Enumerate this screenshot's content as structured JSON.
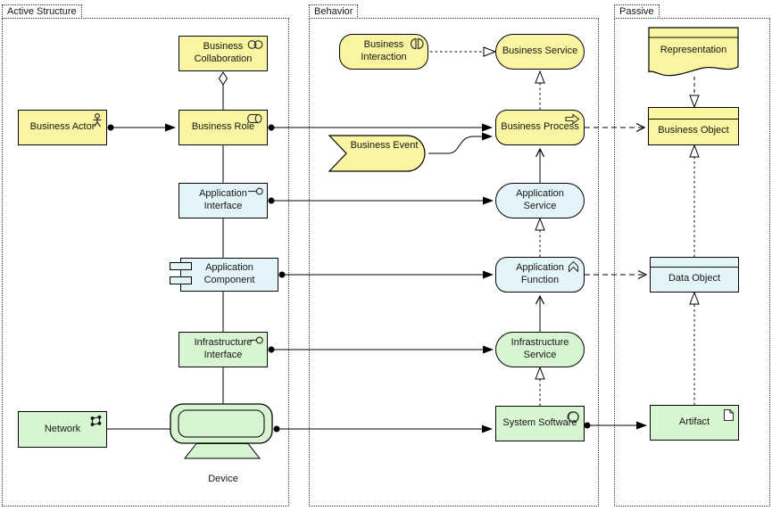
{
  "groups": {
    "active_structure": {
      "label": "Active Structure"
    },
    "behavior": {
      "label": "Behavior"
    },
    "passive": {
      "label": "Passive"
    }
  },
  "nodes": {
    "business_collaboration": {
      "label": "Business Collaboration",
      "icon": "collaboration-icon",
      "layer": "business"
    },
    "business_actor": {
      "label": "Business Actor",
      "icon": "actor-icon",
      "layer": "business"
    },
    "business_role": {
      "label": "Business Role",
      "icon": "role-icon",
      "layer": "business"
    },
    "business_interaction": {
      "label": "Business Interaction",
      "icon": "interaction-icon",
      "layer": "business"
    },
    "business_service": {
      "label": "Business Service",
      "layer": "business"
    },
    "business_process": {
      "label": "Business Process",
      "icon": "process-arrow-icon",
      "layer": "business"
    },
    "business_event": {
      "label": "Business Event",
      "layer": "business"
    },
    "application_interface": {
      "label": "Application Interface",
      "icon": "interface-lollipop-icon",
      "layer": "application"
    },
    "application_component": {
      "label": "Application Component",
      "icon": "component-icon",
      "layer": "application"
    },
    "application_service": {
      "label": "Application Service",
      "layer": "application"
    },
    "application_function": {
      "label": "Application Function",
      "icon": "function-chevron-icon",
      "layer": "application"
    },
    "infrastructure_interface": {
      "label": "Infrastructure Interface",
      "icon": "interface-lollipop-icon",
      "layer": "technology"
    },
    "infrastructure_service": {
      "label": "Infrastructure Service",
      "layer": "technology"
    },
    "network": {
      "label": "Network",
      "icon": "network-icon",
      "layer": "technology"
    },
    "device": {
      "label": "Device",
      "layer": "technology"
    },
    "system_software": {
      "label": "System Software",
      "icon": "system-software-icon",
      "layer": "technology"
    },
    "representation": {
      "label": "Representation",
      "layer": "business"
    },
    "business_object": {
      "label": "Business Object",
      "layer": "business"
    },
    "data_object": {
      "label": "Data Object",
      "layer": "application"
    },
    "artifact": {
      "label": "Artifact",
      "icon": "artifact-icon",
      "layer": "technology"
    }
  },
  "colors": {
    "business_fill": "#FAF5A1",
    "application_fill": "#E3F4FB",
    "technology_fill": "#D6F5D0",
    "stroke": "#000000",
    "text": "#161616",
    "background": "#FFFFFF"
  }
}
